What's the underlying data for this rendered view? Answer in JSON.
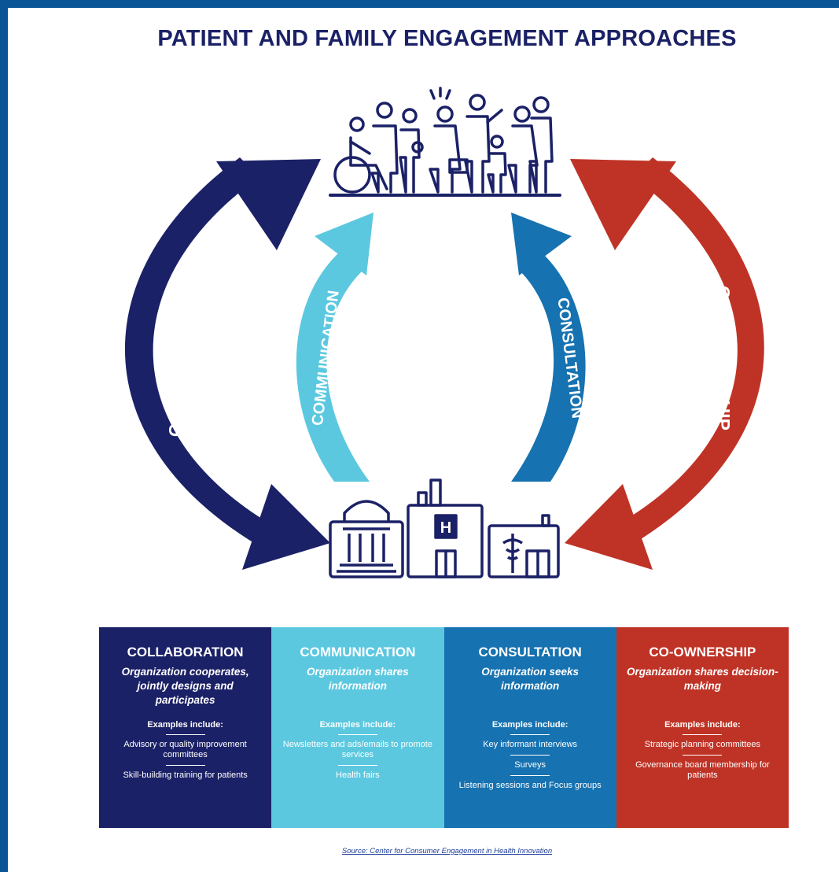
{
  "title": "PATIENT AND FAMILY ENGAGEMENT APPROACHES",
  "arrows": {
    "collaboration": "COLLABORATION",
    "communication": "COMMUNICATION",
    "consultation": "CONSULTATION",
    "co_ownership": "CO-OWNERSHIP"
  },
  "hospital_letter": "H",
  "cards": [
    {
      "title": "COLLABORATION",
      "subtitle": "Organization cooperates, jointly designs and participates",
      "examples_head": "Examples include:",
      "examples": [
        "Advisory or quality improvement committees",
        "Skill-building training for patients"
      ]
    },
    {
      "title": "COMMUNICATION",
      "subtitle": "Organization shares information",
      "examples_head": "Examples include:",
      "examples": [
        "Newsletters and ads/emails to promote services",
        "Health fairs"
      ]
    },
    {
      "title": "CONSULTATION",
      "subtitle": "Organization seeks information",
      "examples_head": "Examples include:",
      "examples": [
        "Key informant interviews",
        "Surveys",
        "Listening sessions and Focus groups"
      ]
    },
    {
      "title": "CO-OWNERSHIP",
      "subtitle": "Organization shares decision-making",
      "examples_head": "Examples include:",
      "examples": [
        "Strategic planning committees",
        "Governance board membership for patients"
      ]
    }
  ],
  "colors": {
    "navy": "#1b2166",
    "light_blue": "#5bc8e0",
    "mid_blue": "#1672b0",
    "red": "#bf3326",
    "frame": "#0a5596"
  },
  "source": "Source: Center for Consumer Engagement in Health Innovation"
}
